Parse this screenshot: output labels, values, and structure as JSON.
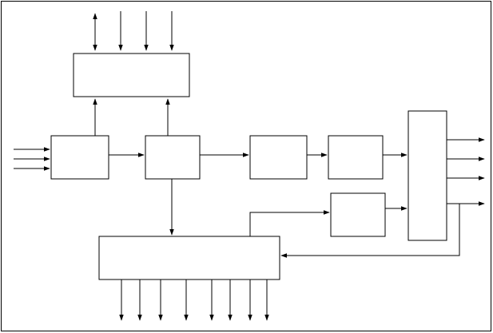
{
  "diagram": {
    "colors": {
      "line": "#000000",
      "background": "#ffffff"
    },
    "blocks": [
      {
        "name": "top-block",
        "label": ""
      },
      {
        "name": "input-block",
        "label": ""
      },
      {
        "name": "center-block",
        "label": ""
      },
      {
        "name": "mid-block-1",
        "label": ""
      },
      {
        "name": "mid-block-2",
        "label": ""
      },
      {
        "name": "small-feedback-block",
        "label": ""
      },
      {
        "name": "tall-output-block",
        "label": ""
      },
      {
        "name": "bottom-bus-block",
        "label": ""
      }
    ]
  }
}
